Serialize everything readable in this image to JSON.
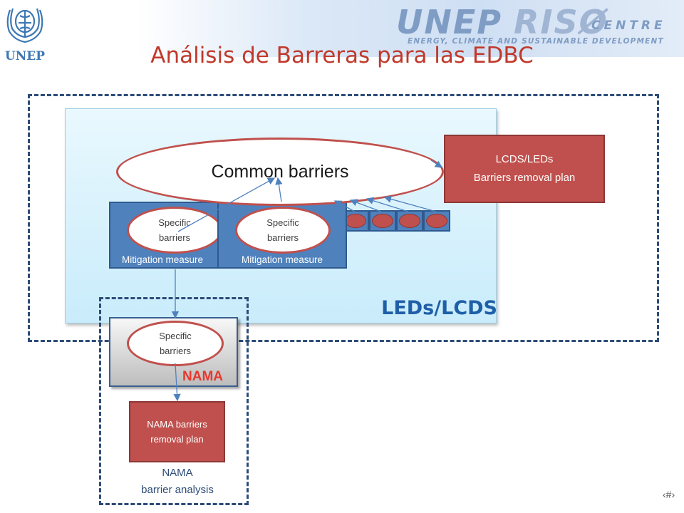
{
  "header": {
    "org_label": "UNEP",
    "brand_unep": "UNEP",
    "brand_riso": "RISØ",
    "brand_centre": "CENTRE",
    "brand_tagline": "ENERGY, CLIMATE AND SUSTAINABLE DEVELOPMENT"
  },
  "title": "Análisis de Barreras para las EDBC",
  "leds_area": {
    "label": "LEDs/LCDS",
    "common_barriers": "Common barriers",
    "plan_line1": "LCDS/LEDs",
    "plan_line2": "Barriers removal plan",
    "mitigation_boxes": [
      {
        "barrier_line1": "Specific",
        "barrier_line2": "barriers",
        "label": "Mitigation measure"
      },
      {
        "barrier_line1": "Specific",
        "barrier_line2": "barriers",
        "label": "Mitigation measure"
      }
    ],
    "extra_measure_count": 4
  },
  "nama": {
    "tag": "NAMA",
    "barrier_line1": "Specific",
    "barrier_line2": "barriers",
    "plan_line1": "NAMA barriers",
    "plan_line2": "removal plan",
    "analysis_line1": "NAMA",
    "analysis_line2": "barrier analysis"
  },
  "page_number": "‹#›",
  "colors": {
    "title": "#c0392b",
    "barrier_red": "#c0504d",
    "measure_blue": "#4f81bd",
    "dashed_navy": "#2d4c78",
    "leds_label": "#1f5fa8",
    "nama_tag": "#e8382c"
  }
}
